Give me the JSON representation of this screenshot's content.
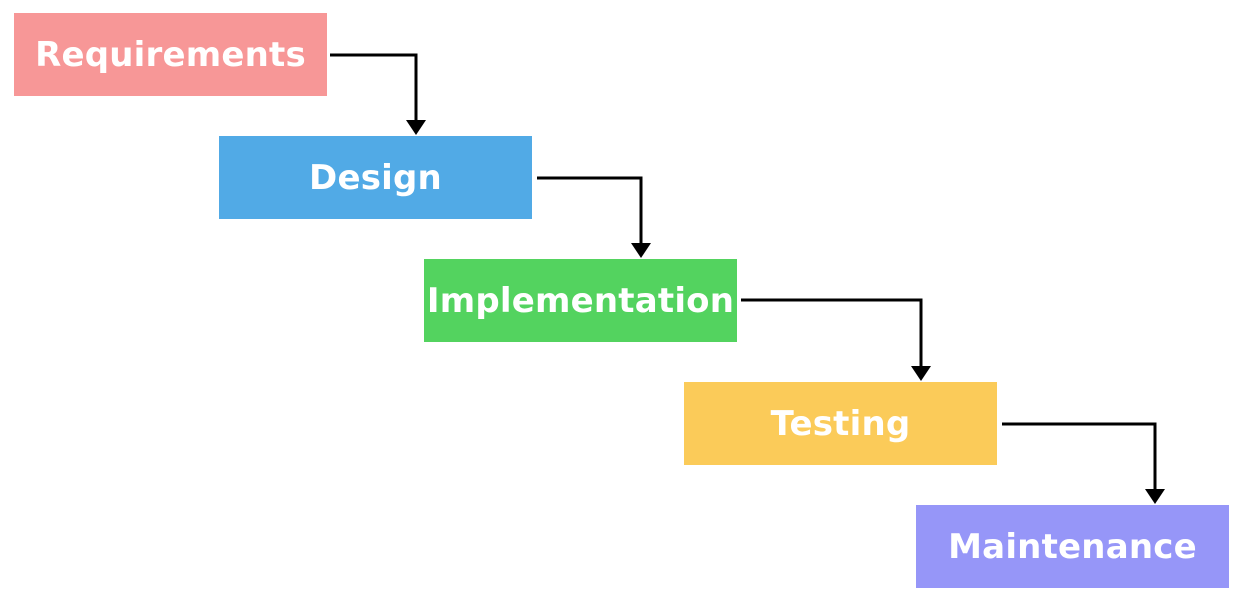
{
  "phases": [
    {
      "label": "Requirements",
      "color": "#f79797"
    },
    {
      "label": "Design",
      "color": "#51aae6"
    },
    {
      "label": "Implementation",
      "color": "#53d35f"
    },
    {
      "label": "Testing",
      "color": "#fbcb59"
    },
    {
      "label": "Maintenance",
      "color": "#9696f8"
    }
  ],
  "connector_color": "#000000"
}
